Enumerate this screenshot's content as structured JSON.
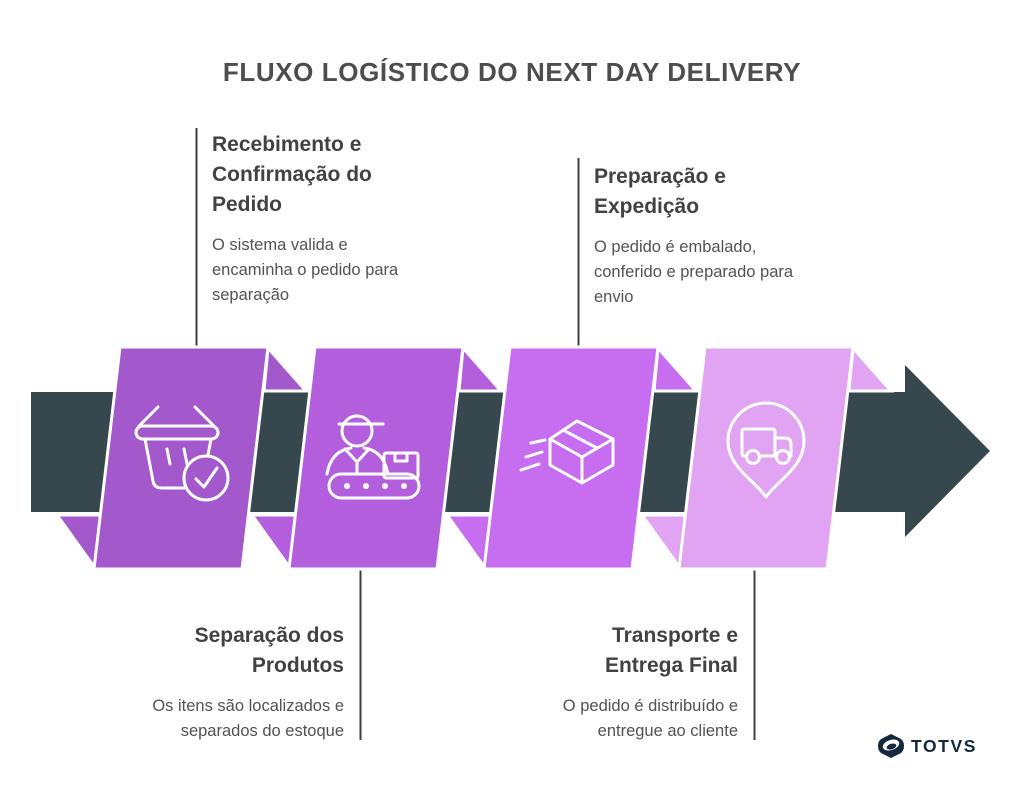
{
  "title": "FLUXO LOGÍSTICO DO NEXT DAY DELIVERY",
  "steps": [
    {
      "heading": "Recebimento e\nConfirmação do\nPedido",
      "body": "O sistema valida e\nencaminha o pedido para\nseparação",
      "color": "#a358cc",
      "icon": "basket-check-icon"
    },
    {
      "heading": "Separação dos\nProdutos",
      "body": "Os itens são localizados e\nseparados do estoque",
      "color": "#b35fdd",
      "icon": "worker-conveyor-icon"
    },
    {
      "heading": "Preparação e\nExpedição",
      "body": "O pedido é embalado,\nconferido e preparado para\nenvio",
      "color": "#c76def",
      "icon": "shipping-box-icon"
    },
    {
      "heading": "Transporte e\nEntrega Final",
      "body": "O pedido é distribuído e\nentregue ao cliente",
      "color": "#e0a4f2",
      "icon": "truck-location-pin-icon"
    }
  ],
  "arrow": {
    "color": "#37474e"
  },
  "logo": {
    "text": "TOTVS",
    "color": "#14293c"
  }
}
